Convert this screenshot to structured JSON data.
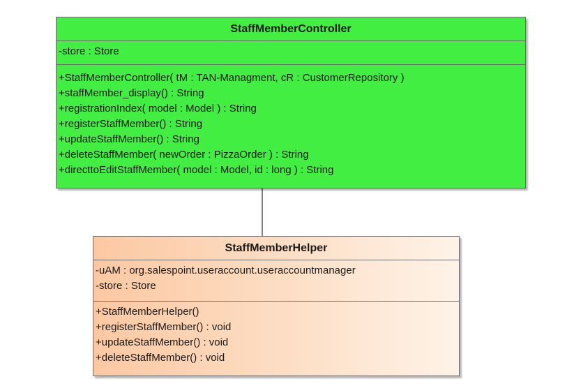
{
  "controller": {
    "name": "StaffMemberController",
    "fill": "#42ee42",
    "attributes": [
      "-store : Store"
    ],
    "operations": [
      "+StaffMemberController( tM : TAN-Managment, cR : CustomerRepository )",
      "+staffMember_display() : String",
      "+registrationIndex( model : Model ) : String",
      "+registerStaffMember() : String",
      "+updateStaffMember() : String",
      "+deleteStaffMember( newOrder : PizzaOrder ) : String",
      "+directtoEditStaffMember( model : Model, id : long ) : String"
    ]
  },
  "helper": {
    "name": "StaffMemberHelper",
    "fill": "#fddfc6",
    "attributes": [
      "-uAM : org.salespoint.useraccount.useraccountmanager",
      "-store : Store"
    ],
    "operations": [
      "+StaffMemberHelper()",
      "+registerStaffMember() : void",
      "+updateStaffMember() : void",
      "+deleteStaffMember() : void"
    ]
  }
}
